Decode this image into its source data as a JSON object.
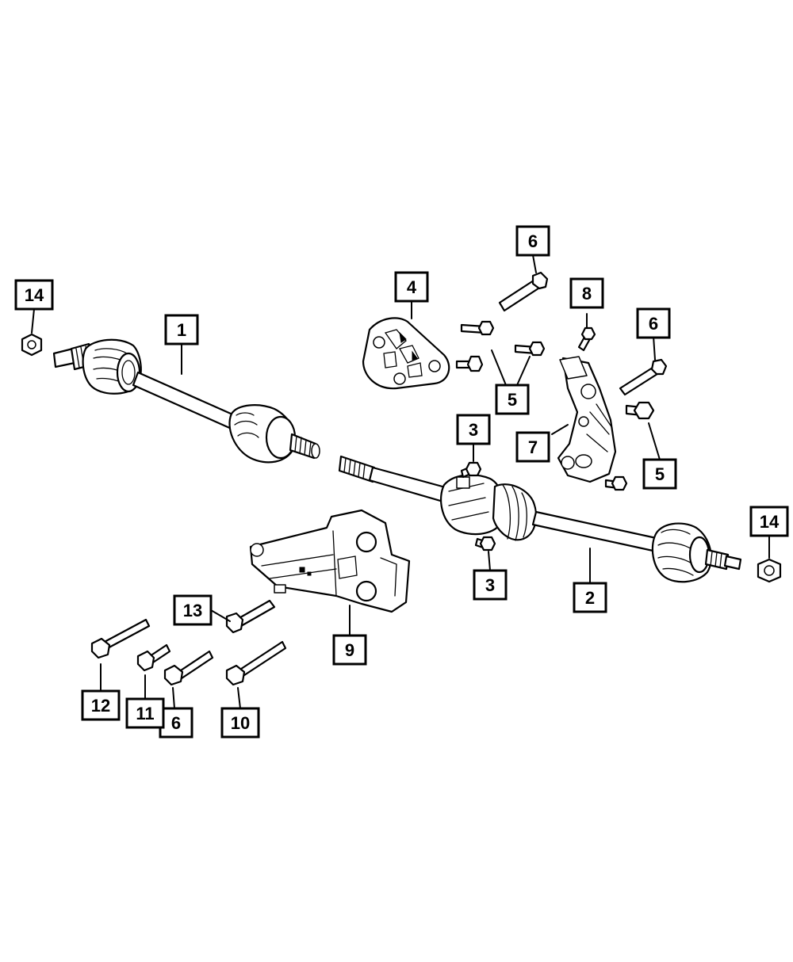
{
  "diagram": {
    "callouts": [
      {
        "id": "c1",
        "label": "1"
      },
      {
        "id": "c2",
        "label": "2"
      },
      {
        "id": "c3a",
        "label": "3"
      },
      {
        "id": "c3b",
        "label": "3"
      },
      {
        "id": "c4",
        "label": "4"
      },
      {
        "id": "c5a",
        "label": "5"
      },
      {
        "id": "c5b",
        "label": "5"
      },
      {
        "id": "c6a",
        "label": "6"
      },
      {
        "id": "c6b",
        "label": "6"
      },
      {
        "id": "c6c",
        "label": "6"
      },
      {
        "id": "c7",
        "label": "7"
      },
      {
        "id": "c8",
        "label": "8"
      },
      {
        "id": "c9",
        "label": "9"
      },
      {
        "id": "c10",
        "label": "10"
      },
      {
        "id": "c11",
        "label": "11"
      },
      {
        "id": "c12",
        "label": "12"
      },
      {
        "id": "c13",
        "label": "13"
      },
      {
        "id": "c14a",
        "label": "14"
      },
      {
        "id": "c14b",
        "label": "14"
      }
    ]
  }
}
